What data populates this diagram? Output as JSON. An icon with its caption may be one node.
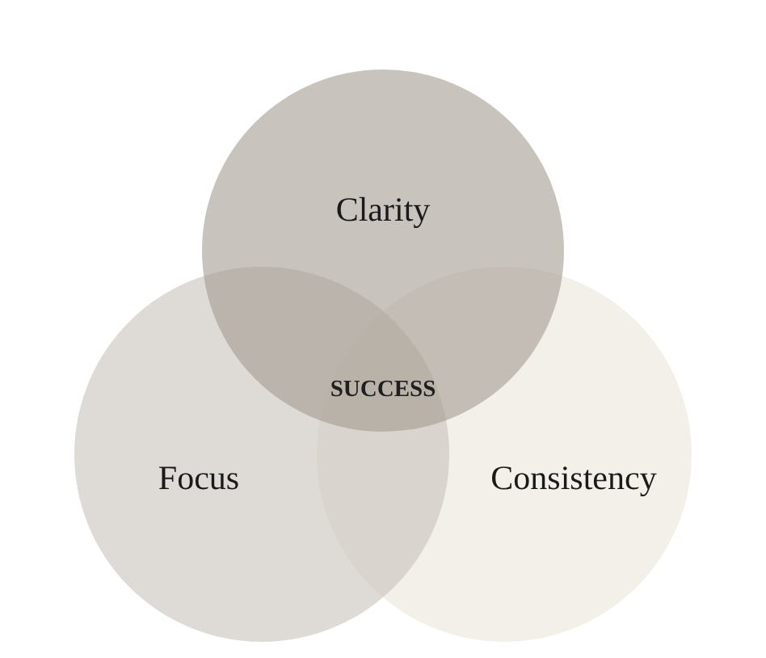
{
  "diagram": {
    "nodes": [
      {
        "text": [
          "Clarity"
        ]
      },
      {
        "text": [
          "Focus"
        ]
      },
      {
        "text": [
          "Consistency"
        ]
      }
    ],
    "labels": [
      "SUCCESS"
    ]
  }
}
